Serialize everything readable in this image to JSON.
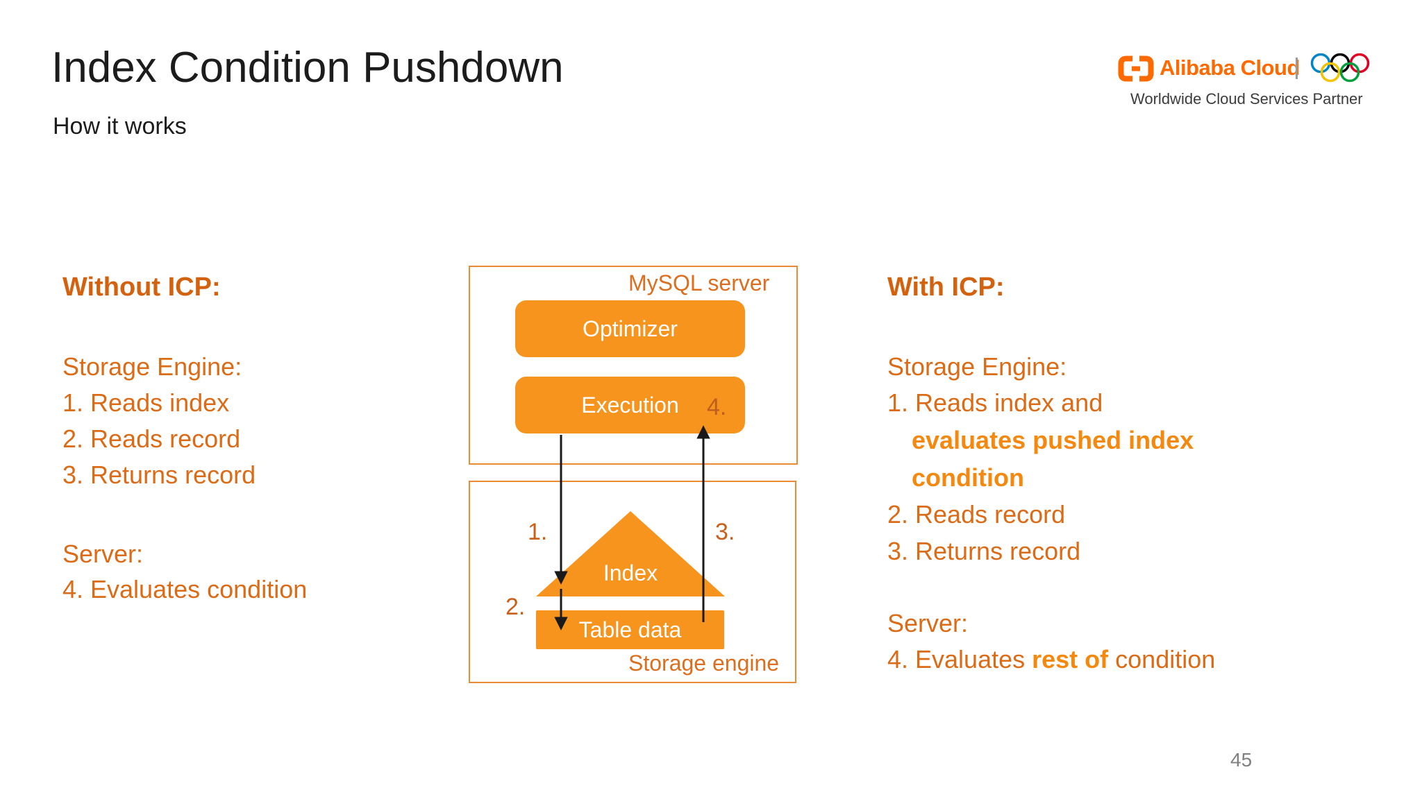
{
  "slide": {
    "title": "Index Condition Pushdown",
    "subtitle": "How it works",
    "page_number": "45"
  },
  "logo": {
    "brand": "Alibaba Cloud",
    "tagline": "Worldwide Cloud Services Partner",
    "brand_color": "#FF6A00",
    "ring_colors": [
      "#0085C7",
      "#000000",
      "#DF0024",
      "#F4C300",
      "#009F3D"
    ]
  },
  "left_panel": {
    "heading": "Without ICP:",
    "storage_label": "Storage Engine:",
    "storage_items": [
      "1. Reads index",
      "2. Reads record",
      "3. Returns record"
    ],
    "server_label": "Server:",
    "server_items": [
      "4. Evaluates condition"
    ]
  },
  "right_panel": {
    "heading": "With ICP:",
    "storage_label": "Storage Engine:",
    "item1_line1": "1. Reads index and",
    "item1_line2_bold": "evaluates pushed index",
    "item1_line3_bold": "condition",
    "item2": "2. Reads record",
    "item3": "3. Returns record",
    "server_label": "Server:",
    "item4_pre": "4. Evaluates ",
    "item4_bold": "rest of",
    "item4_post": " condition"
  },
  "diagram": {
    "server_box_label": "MySQL server",
    "optimizer_label": "Optimizer",
    "execution_label": "Execution",
    "execution_step": "4.",
    "storage_box_label": "Storage engine",
    "index_label": "Index",
    "table_label": "Table data",
    "step1": "1.",
    "step2": "2.",
    "step3": "3."
  },
  "colors": {
    "shape_fill": "#F7941E",
    "box_border": "#EA8C33",
    "heading_orange": "#D4610E",
    "body_orange": "#DB6B16",
    "highlight_orange": "#F5880F",
    "diagram_label_orange": "#DC6F1F",
    "arrow_black": "#1a1a1a",
    "title_black": "#1c1c1c",
    "page_num_gray": "#808080"
  }
}
